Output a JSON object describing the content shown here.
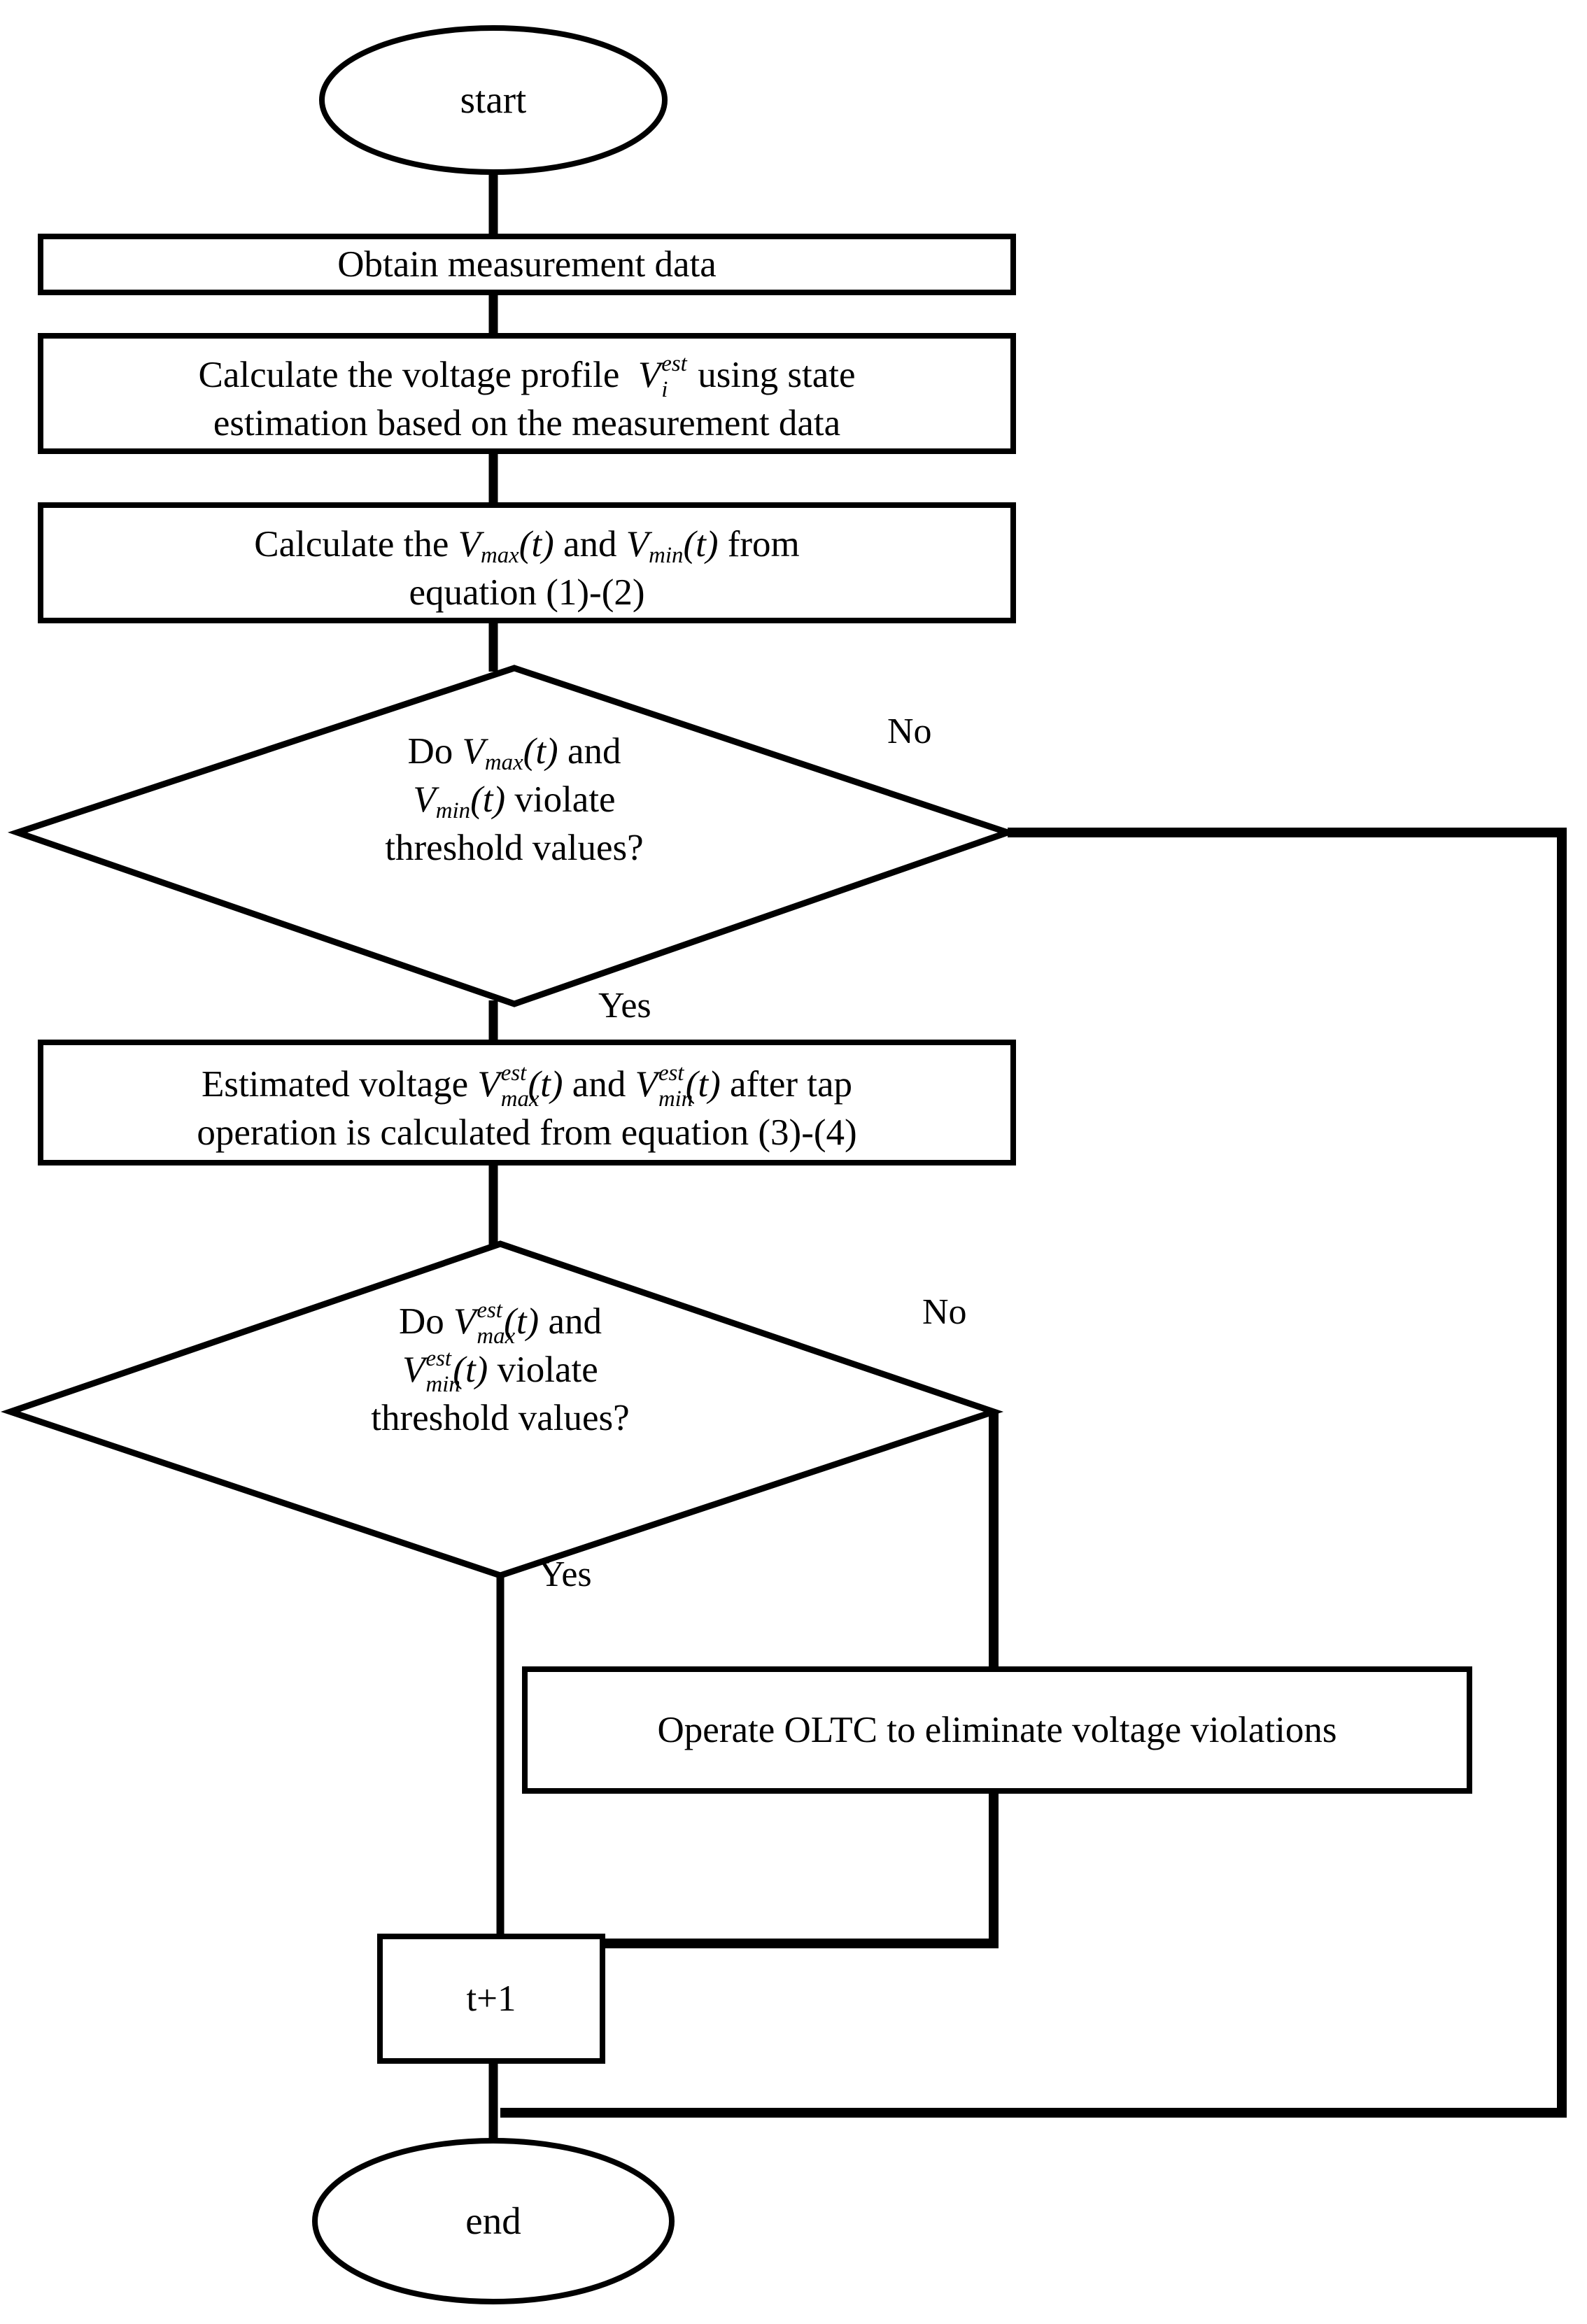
{
  "diagram": {
    "title": "OLTC voltage control flowchart",
    "stroke_color": "#000000",
    "background_color": "#ffffff",
    "nodes": {
      "start": {
        "label": "start",
        "shape": "ellipse"
      },
      "obtain": {
        "label": "Obtain measurement data",
        "shape": "rectangle"
      },
      "calc_profile": {
        "line1_pre": "Calculate the voltage profile",
        "var_base": "V",
        "var_sub": "i",
        "var_sup": "est",
        "line1_post": "using state",
        "line2": "estimation based on the measurement data",
        "shape": "rectangle"
      },
      "calc_minmax": {
        "pre": "Calculate the",
        "var1_base": "V",
        "var1_sub": "max",
        "var1_arg": "(t)",
        "mid": "and",
        "var2_base": "V",
        "var2_sub": "min",
        "var2_arg": "(t)",
        "post": "from",
        "line2": "equation (1)-(2)",
        "shape": "rectangle"
      },
      "decision1": {
        "l1_pre": "Do",
        "l1_var_base": "V",
        "l1_var_sub": "max",
        "l1_var_arg": "(t)",
        "l1_post": "and",
        "l2_var_base": "V",
        "l2_var_sub": "min",
        "l2_var_arg": "(t)",
        "l2_post": "violate",
        "l3": "threshold values?",
        "shape": "diamond"
      },
      "estimated": {
        "pre": "Estimated voltage",
        "var1_base": "V",
        "var1_sub": "max",
        "var1_sup": "est",
        "var1_arg": "(t)",
        "mid": "and",
        "var2_base": "V",
        "var2_sub": "min",
        "var2_sup": "est",
        "var2_arg": "(t)",
        "post": "after tap",
        "line2": "operation is calculated from equation (3)-(4)",
        "shape": "rectangle"
      },
      "decision2": {
        "l1_pre": "Do",
        "l1_var_base": "V",
        "l1_var_sub": "max",
        "l1_var_sup": "est",
        "l1_var_arg": "(t)",
        "l1_post": "and",
        "l2_var_base": "V",
        "l2_var_sub": "min",
        "l2_var_sup": "est",
        "l2_var_arg": "(t)",
        "l2_post": "violate",
        "l3": "threshold values?",
        "shape": "diamond"
      },
      "operate_oltc": {
        "label": "Operate OLTC to eliminate voltage violations",
        "shape": "rectangle"
      },
      "increment": {
        "label": "t+1",
        "shape": "rectangle"
      },
      "end": {
        "label": "end",
        "shape": "ellipse"
      }
    },
    "branch_labels": {
      "decision1_no": "No",
      "decision1_yes": "Yes",
      "decision2_no": "No",
      "decision2_yes": "Yes"
    },
    "edges": [
      {
        "from": "start",
        "to": "obtain",
        "label": ""
      },
      {
        "from": "obtain",
        "to": "calc_profile",
        "label": ""
      },
      {
        "from": "calc_profile",
        "to": "calc_minmax",
        "label": ""
      },
      {
        "from": "calc_minmax",
        "to": "decision1",
        "label": ""
      },
      {
        "from": "decision1",
        "to": "estimated",
        "label": "Yes"
      },
      {
        "from": "decision1",
        "to": "end",
        "label": "No"
      },
      {
        "from": "estimated",
        "to": "decision2",
        "label": ""
      },
      {
        "from": "decision2",
        "to": "increment",
        "label": "Yes"
      },
      {
        "from": "decision2",
        "to": "operate_oltc",
        "label": "No"
      },
      {
        "from": "operate_oltc",
        "to": "increment",
        "label": ""
      },
      {
        "from": "increment",
        "to": "end",
        "label": ""
      }
    ]
  }
}
